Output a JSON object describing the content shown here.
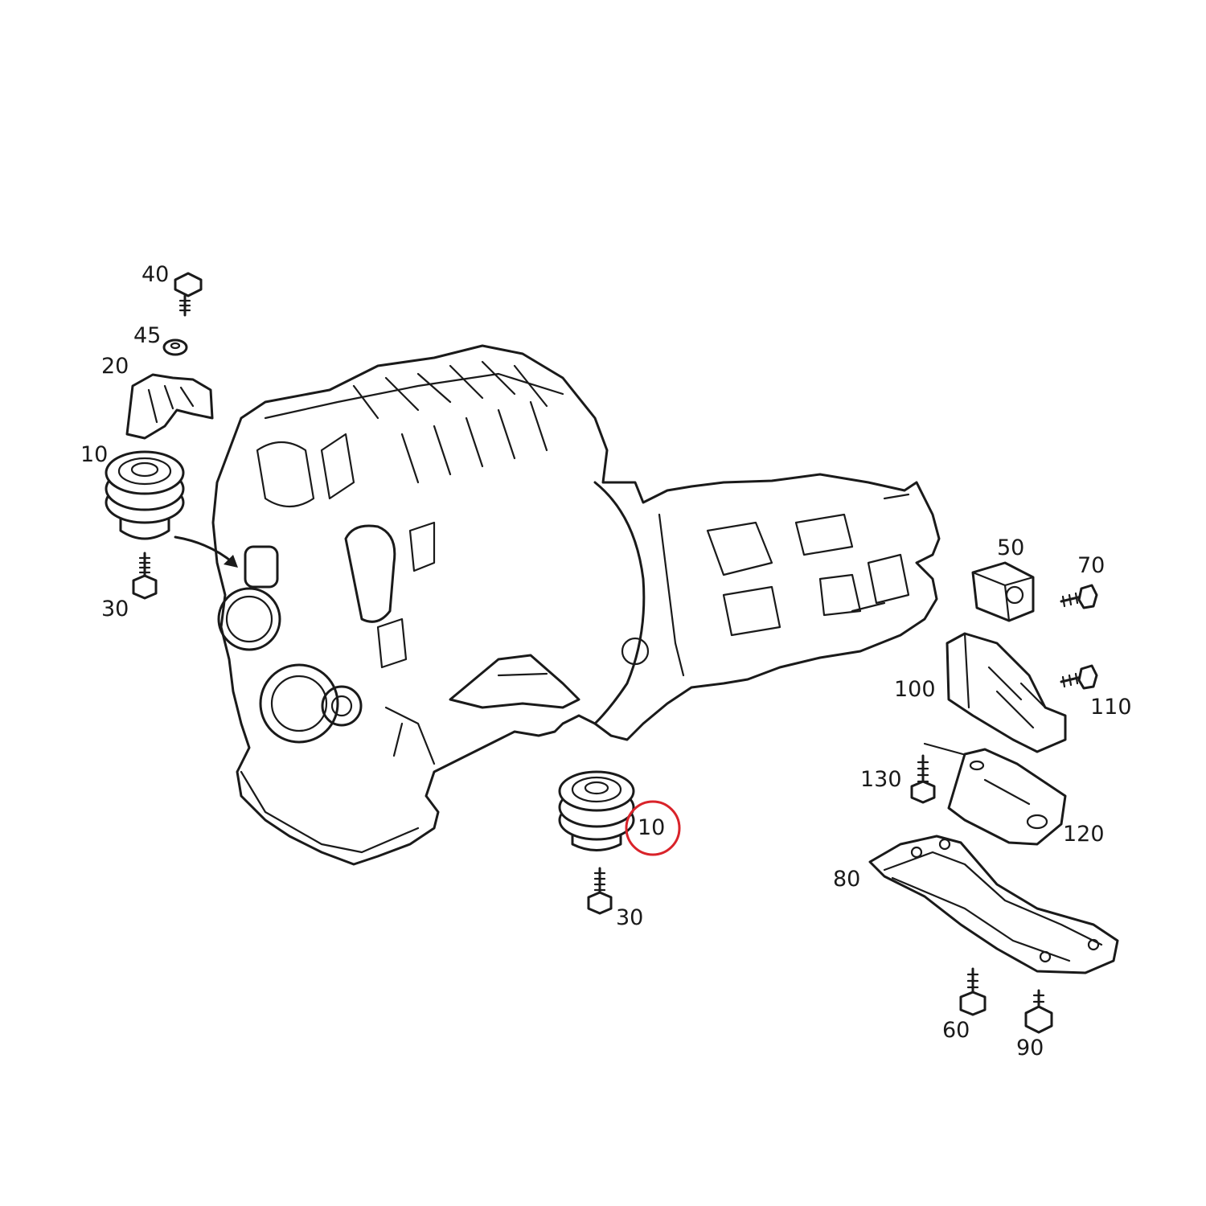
{
  "diagram": {
    "callouts": [
      {
        "id": "c40",
        "text": "40"
      },
      {
        "id": "c45",
        "text": "45"
      },
      {
        "id": "c20",
        "text": "20"
      },
      {
        "id": "c10a",
        "text": "10"
      },
      {
        "id": "c30a",
        "text": "30"
      },
      {
        "id": "c50",
        "text": "50"
      },
      {
        "id": "c70",
        "text": "70"
      },
      {
        "id": "c100",
        "text": "100"
      },
      {
        "id": "c110",
        "text": "110"
      },
      {
        "id": "c130",
        "text": "130"
      },
      {
        "id": "c120",
        "text": "120"
      },
      {
        "id": "c10b",
        "text": "10"
      },
      {
        "id": "c30b",
        "text": "30"
      },
      {
        "id": "c80",
        "text": "80"
      },
      {
        "id": "c60",
        "text": "60"
      },
      {
        "id": "c90",
        "text": "90"
      }
    ],
    "highlight": {
      "color": "#d9232a",
      "callout": "c10b"
    }
  }
}
